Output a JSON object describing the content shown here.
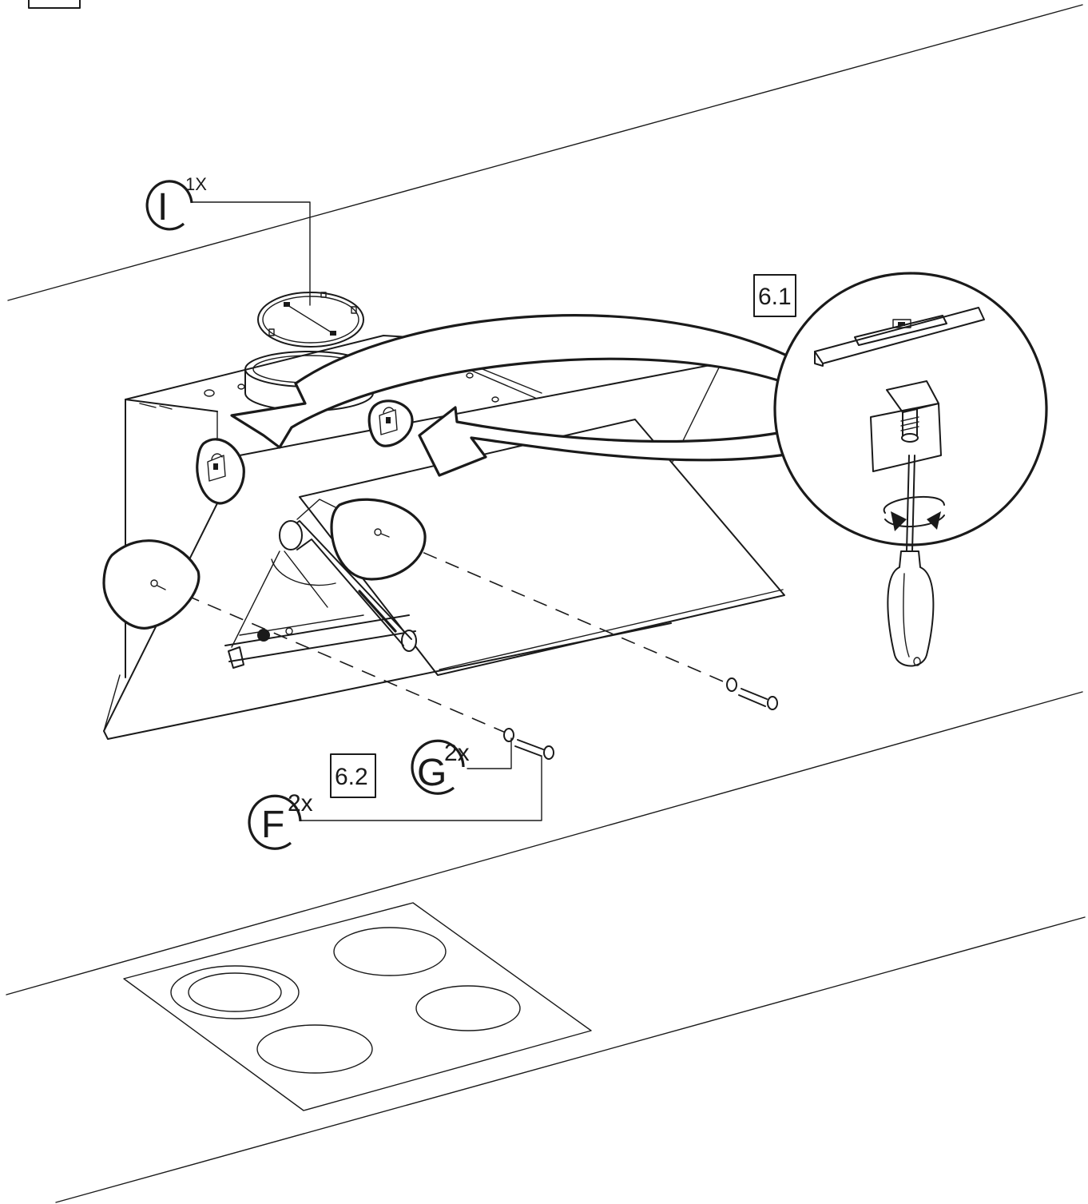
{
  "parts": [
    {
      "letter": "I",
      "qty": "1X"
    },
    {
      "letter": "G",
      "qty": "2x"
    },
    {
      "letter": "F",
      "qty": "2x"
    }
  ],
  "steps": [
    "6.1",
    "6.2"
  ],
  "colors": {
    "ink": "#1a1a1a",
    "paper": "#ffffff"
  }
}
